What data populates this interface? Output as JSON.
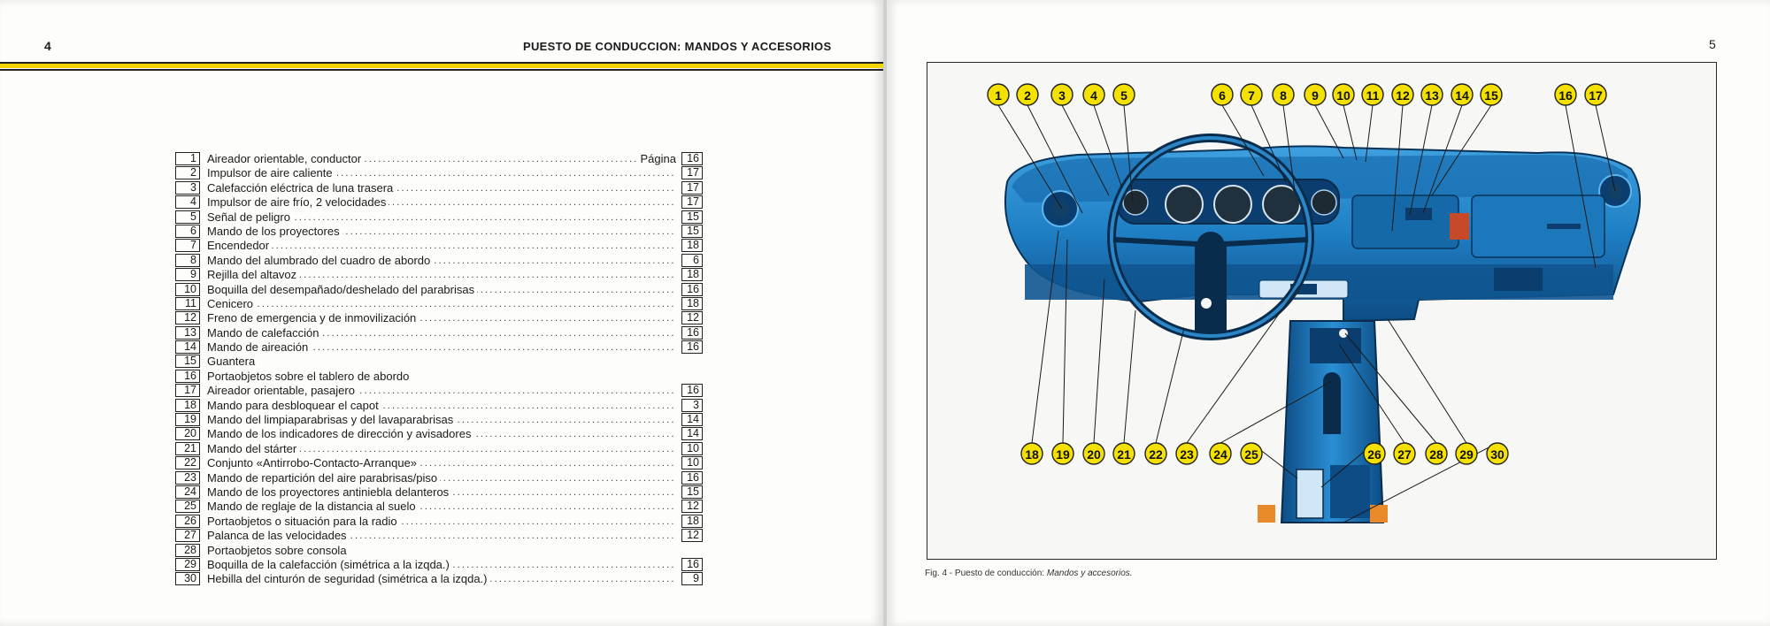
{
  "left_page": {
    "page_number": "4",
    "running_head": "PUESTO DE CONDUCCION: MANDOS Y ACCESORIOS",
    "pagina_label": "Página",
    "items": [
      {
        "num": "1",
        "label": "Aireador orientable, conductor",
        "page": "16"
      },
      {
        "num": "2",
        "label": "Impulsor de aire caliente",
        "page": "17"
      },
      {
        "num": "3",
        "label": "Calefacción eléctrica de luna trasera",
        "page": "17"
      },
      {
        "num": "4",
        "label": "Impulsor de aire frío, 2 velocidades",
        "page": "17"
      },
      {
        "num": "5",
        "label": "Señal de peligro",
        "page": "15"
      },
      {
        "num": "6",
        "label": "Mando de los proyectores",
        "page": "15"
      },
      {
        "num": "7",
        "label": "Encendedor",
        "page": "18"
      },
      {
        "num": "8",
        "label": "Mando del alumbrado del cuadro de abordo",
        "page": "6"
      },
      {
        "num": "9",
        "label": "Rejilla del altavoz",
        "page": "18"
      },
      {
        "num": "10",
        "label": "Boquilla del desempañado/deshelado del parabrisas",
        "page": "16"
      },
      {
        "num": "11",
        "label": "Cenicero",
        "page": "18"
      },
      {
        "num": "12",
        "label": "Freno de emergencia y de inmovilización",
        "page": "12"
      },
      {
        "num": "13",
        "label": "Mando de calefacción",
        "page": "16"
      },
      {
        "num": "14",
        "label": "Mando de aireación",
        "page": "16"
      },
      {
        "num": "15",
        "label": "Guantera",
        "page": ""
      },
      {
        "num": "16",
        "label": "Portaobjetos sobre el tablero de abordo",
        "page": ""
      },
      {
        "num": "17",
        "label": "Aireador orientable, pasajero",
        "page": "16"
      },
      {
        "num": "18",
        "label": "Mando para desbloquear el capot",
        "page": "3"
      },
      {
        "num": "19",
        "label": "Mando del limpiaparabrisas y del lavaparabrisas",
        "page": "14"
      },
      {
        "num": "20",
        "label": "Mando de los indicadores de dirección y avisadores",
        "page": "14"
      },
      {
        "num": "21",
        "label": "Mando del stárter",
        "page": "10"
      },
      {
        "num": "22",
        "label": "Conjunto «Antirrobo-Contacto-Arranque»",
        "page": "10"
      },
      {
        "num": "23",
        "label": "Mando de repartición del aire parabrisas/piso",
        "page": "16"
      },
      {
        "num": "24",
        "label": "Mando de los proyectores antiniebla delanteros",
        "page": "15"
      },
      {
        "num": "25",
        "label": "Mando de reglaje de la distancia al suelo",
        "page": "12"
      },
      {
        "num": "26",
        "label": "Portaobjetos o situación para la radio",
        "page": "18"
      },
      {
        "num": "27",
        "label": "Palanca de las velocidades",
        "page": "12"
      },
      {
        "num": "28",
        "label": "Portaobjetos sobre consola",
        "page": ""
      },
      {
        "num": "29",
        "label": "Boquilla de la calefacción (simétrica a la izqda.)",
        "page": "16"
      },
      {
        "num": "30",
        "label": "Hebilla del cinturón de seguridad (simétrica a la izqda.)",
        "page": "9"
      }
    ]
  },
  "right_page": {
    "page_number": "5",
    "caption_prefix": "Fig. 4 - Puesto de conducción:",
    "caption_italic": "Mandos y accesorios.",
    "callouts_top": [
      "1",
      "2",
      "3",
      "4",
      "5",
      "6",
      "7",
      "8",
      "9",
      "10",
      "11",
      "12",
      "13",
      "14",
      "15",
      "16",
      "17"
    ],
    "callouts_bottom": [
      "18",
      "19",
      "20",
      "21",
      "22",
      "23",
      "24",
      "25",
      "26",
      "27",
      "28",
      "29",
      "30"
    ]
  },
  "colors": {
    "accent_yellow": "#f1d400",
    "callout_yellow": "#f4e100",
    "dashboard_blue": "#1f7fc4",
    "dashboard_dark": "#0b3e6e"
  }
}
